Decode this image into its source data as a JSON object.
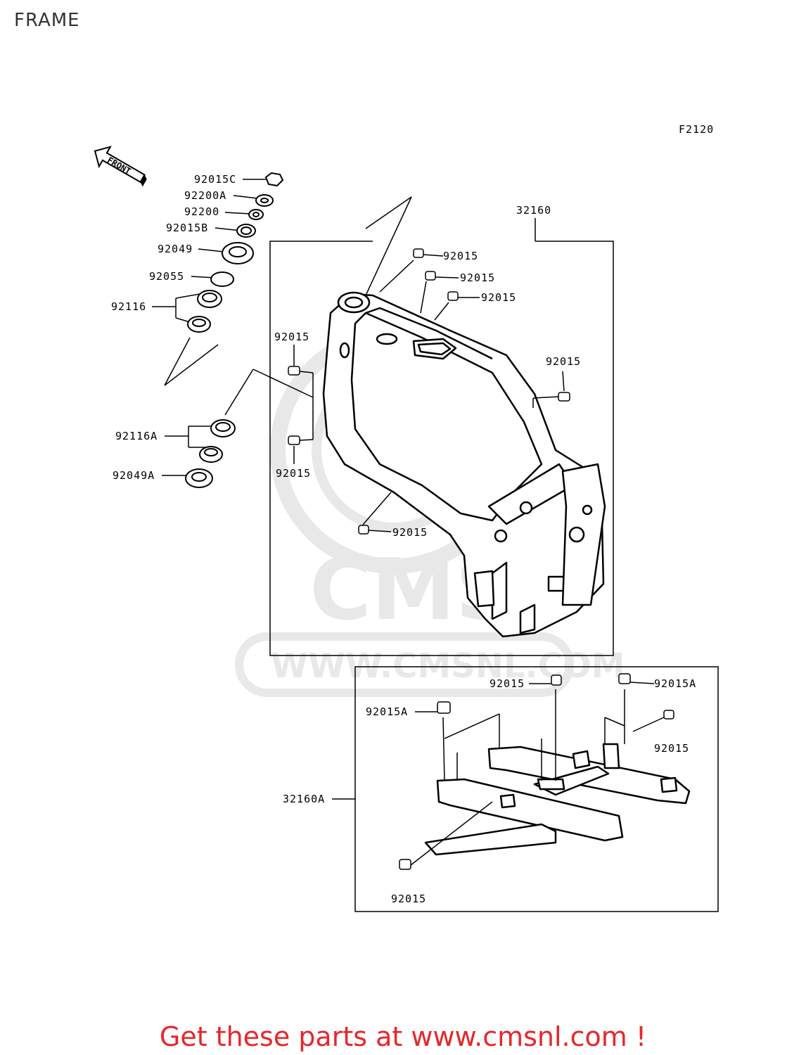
{
  "page": {
    "title": "FRAME"
  },
  "diagram": {
    "figure_code": "F2120",
    "front_marker": "FRONT",
    "watermark": "WWW.CMSNL.COM",
    "parts": [
      "92015C",
      "92200A",
      "92200",
      "92015B",
      "92049",
      "92055",
      "92116",
      "92116A",
      "92049A",
      "32160",
      "92015",
      "92015A",
      "32160A"
    ]
  },
  "footer": {
    "text": "Get these parts at www.cmsnl.com !"
  }
}
